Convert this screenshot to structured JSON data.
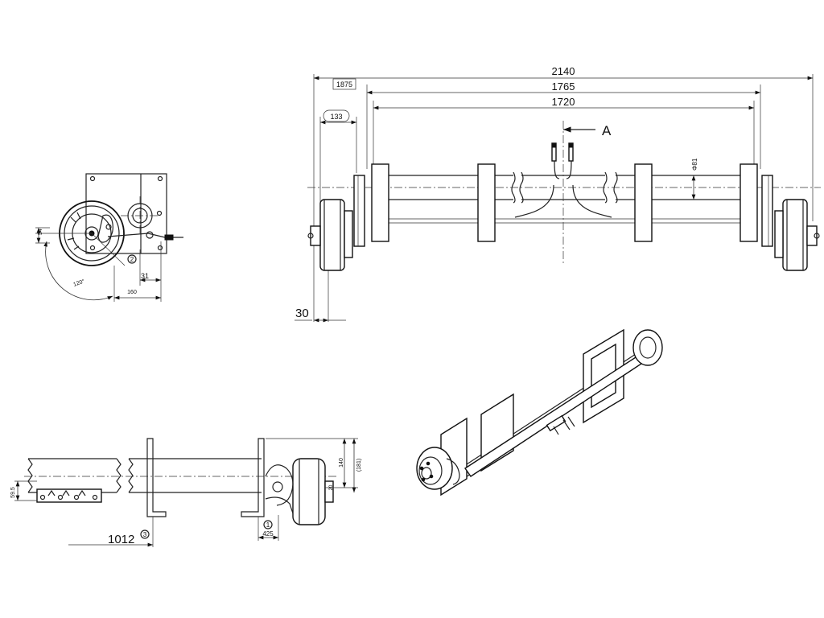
{
  "front_view": {
    "overall_width": "2140",
    "boxed_width": "1875",
    "inner_width": "1765",
    "track_width": "1720",
    "tube_diameter": "Φ81",
    "side_offset": "133",
    "section_label": "A",
    "bottom_offset": "30"
  },
  "side_view": {
    "angle": "120°",
    "height_label": "54",
    "width_label": "160",
    "offset_label": "31",
    "callout": "2"
  },
  "bottom_view": {
    "main_length": "1012",
    "main_callout": "3",
    "height_140": "140",
    "height_181": "(181)",
    "height_595": "59.5",
    "offset_425": "425",
    "callout": "1",
    "small_dim": "20"
  }
}
